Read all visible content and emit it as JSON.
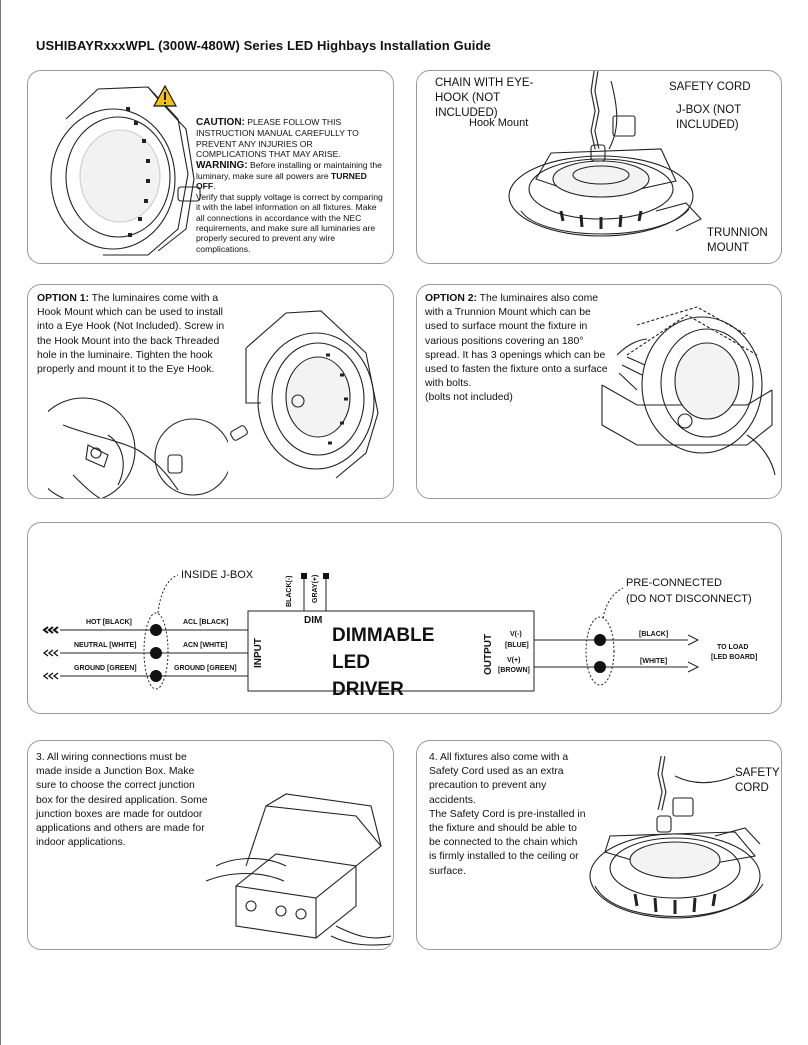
{
  "title": "USHIBAYRxxxWPL (300W-480W) Series LED Highbays Installation Guide",
  "caution": {
    "heading": "CAUTION:",
    "heading_text": " PLEASE FOLLOW THIS INSTRUCTION MANUAL CAREFULLY TO PREVENT ANY INJURIES OR COMPLICATIONS THAT MAY ARISE.",
    "warning_heading": "WARNING:",
    "warning_text": " Before installing or maintaining the luminary, make sure all powers are ",
    "turned_off": "TURNED OFF",
    "turned_off_tail": ".",
    "verify_text": "Verify that supply voltage is correct by comparing it with the label information on all fixtures. Make all connections in accordance with the NEC requirements, and make sure all luminaries are properly secured to prevent any wire complications."
  },
  "mount_callouts": {
    "chain": "CHAIN WITH EYE-HOOK (NOT INCLUDED)",
    "hook_mount": "Hook Mount",
    "safety_cord": "SAFETY CORD",
    "jbox": "J-BOX (NOT INCLUDED)",
    "trunnion": "TRUNNION MOUNT"
  },
  "option1": {
    "heading": "OPTION 1:",
    "text": "  The luminaires come with a Hook Mount which can be used to install into a Eye Hook (Not Included). Screw in the Hook Mount into the back Threaded hole in the luminaire. Tighten the hook properly and mount it to the Eye Hook."
  },
  "option2": {
    "heading": "OPTION 2:",
    "text": "  The luminaires also come with a Trunnion Mount which can be used to surface mount the fixture in various positions covering an 180° spread. It has 3 openings which can be used to fasten the fixture onto a surface with bolts.",
    "note": "(bolts not included)"
  },
  "wiring": {
    "inside_jbox": "INSIDE J-BOX",
    "pre_connected": "PRE-CONNECTED",
    "do_not_disconnect": "(DO NOT DISCONNECT)",
    "hot": "HOT [BLACK]",
    "neutral": "NEUTRAL [WHITE]",
    "ground": "GROUND [GREEN]",
    "acl": "ACL [BLACK]",
    "acn": "ACN [WHITE]",
    "ground_in": "GROUND [GREEN]",
    "black_minus": "BLACK(-)",
    "gray_plus": "GRAY(+)",
    "dim": "DIM",
    "input": "INPUT",
    "output": "OUTPUT",
    "driver_line1": "DIMMABLE",
    "driver_line2": "LED",
    "driver_line3": "DRIVER",
    "v_minus": "V(-)",
    "v_minus_color": "[BLUE]",
    "v_plus": "V(+)",
    "v_plus_color": "[BROWN]",
    "out_black": "[BLACK]",
    "out_white": "[WHITE]",
    "to_load": "TO LOAD",
    "led_board": "[LED BOARD]"
  },
  "step3": {
    "text": "3. All wiring connections must be made inside a Junction Box. Make sure to choose the correct junction box for the desired application. Some junction boxes are made for outdoor applications and others are made for indoor applications."
  },
  "step4": {
    "text": "4. All fixtures also come with a Safety Cord used as an extra precaution to prevent any accidents.",
    "text2": "The Safety Cord is pre-installed in the fixture and should be able to be connected to the chain which is firmly installed to the ceiling or surface.",
    "callout": "SAFETY CORD"
  },
  "colors": {
    "border": "#9a9a9a",
    "line": "#222222",
    "warning_yellow": "#f4c20d"
  }
}
